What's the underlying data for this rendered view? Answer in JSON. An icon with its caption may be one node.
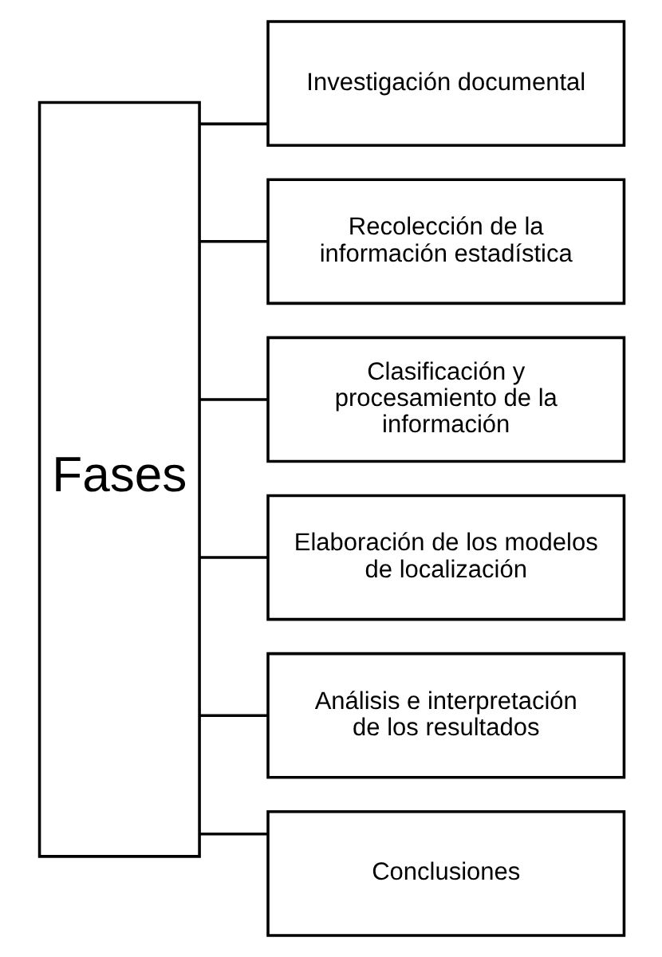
{
  "diagram": {
    "nodes": [
      {
        "text": [
          "Fases"
        ]
      },
      {
        "text": [
          "Investigación documental"
        ]
      },
      {
        "text": [
          "Recolección de la información estadística"
        ]
      },
      {
        "text": [
          "Clasificación y procesamiento de la información"
        ]
      },
      {
        "text": [
          "Elaboración de los modelos de localización"
        ]
      },
      {
        "text": [
          "Análisis e interpretación de los resultados"
        ]
      },
      {
        "text": [
          "Conclusiones"
        ]
      }
    ],
    "edges": [
      {
        "from": 0,
        "to": 1,
        "arrow": "none"
      },
      {
        "from": 0,
        "to": 2,
        "arrow": "none"
      },
      {
        "from": 0,
        "to": 3,
        "arrow": "none"
      },
      {
        "from": 0,
        "to": 4,
        "arrow": "none"
      },
      {
        "from": 0,
        "to": 5,
        "arrow": "none"
      },
      {
        "from": 0,
        "to": 6,
        "arrow": "none"
      }
    ]
  }
}
